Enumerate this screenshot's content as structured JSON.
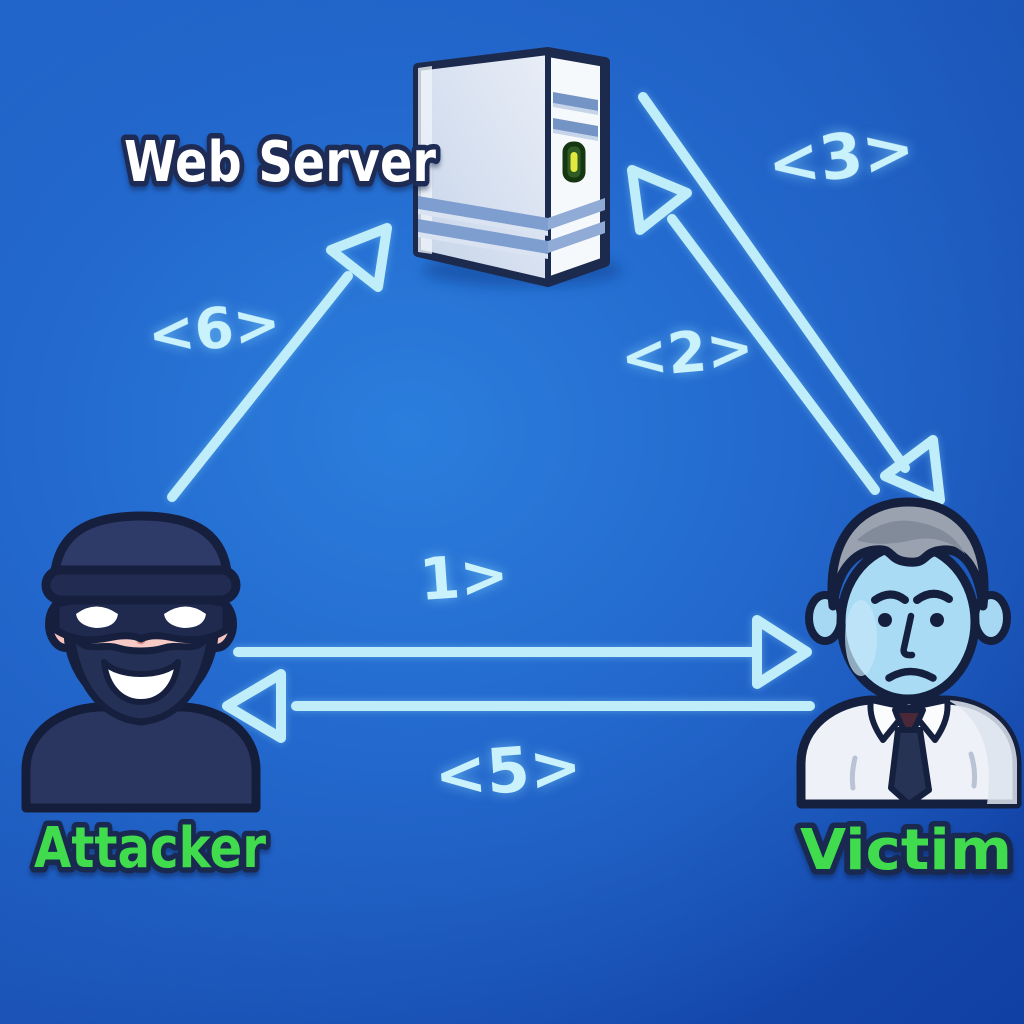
{
  "diagram": {
    "type": "attack-flow-diagram",
    "nodes": {
      "web_server": {
        "label": "Web Server",
        "icon": "server-tower-icon"
      },
      "attacker": {
        "label": "Attacker",
        "icon": "burglar-avatar-icon"
      },
      "victim": {
        "label": "Victim",
        "icon": "worried-man-avatar-icon"
      }
    },
    "arrows": [
      {
        "label": "1>",
        "from": "Attacker",
        "to": "Victim"
      },
      {
        "label": "<2>",
        "from": "Victim",
        "to": "Web Server"
      },
      {
        "label": "<3>",
        "from": "Web Server",
        "to": "Victim"
      },
      {
        "label": "<5>",
        "from": "Victim",
        "to": "Attacker"
      },
      {
        "label": "<6>",
        "from": "Attacker",
        "to": "Web Server"
      }
    ],
    "colors": {
      "background_center": "#2079d8",
      "background_corner_dark": "#1243a8",
      "arrow_cyan": "#bfeefa",
      "label_cyan": "#c9f2fc",
      "label_green": "#41db4e",
      "outline_navy": "#1a2950",
      "server_label_white": "#ffffff",
      "server_power_led": "#e4e93e"
    }
  }
}
